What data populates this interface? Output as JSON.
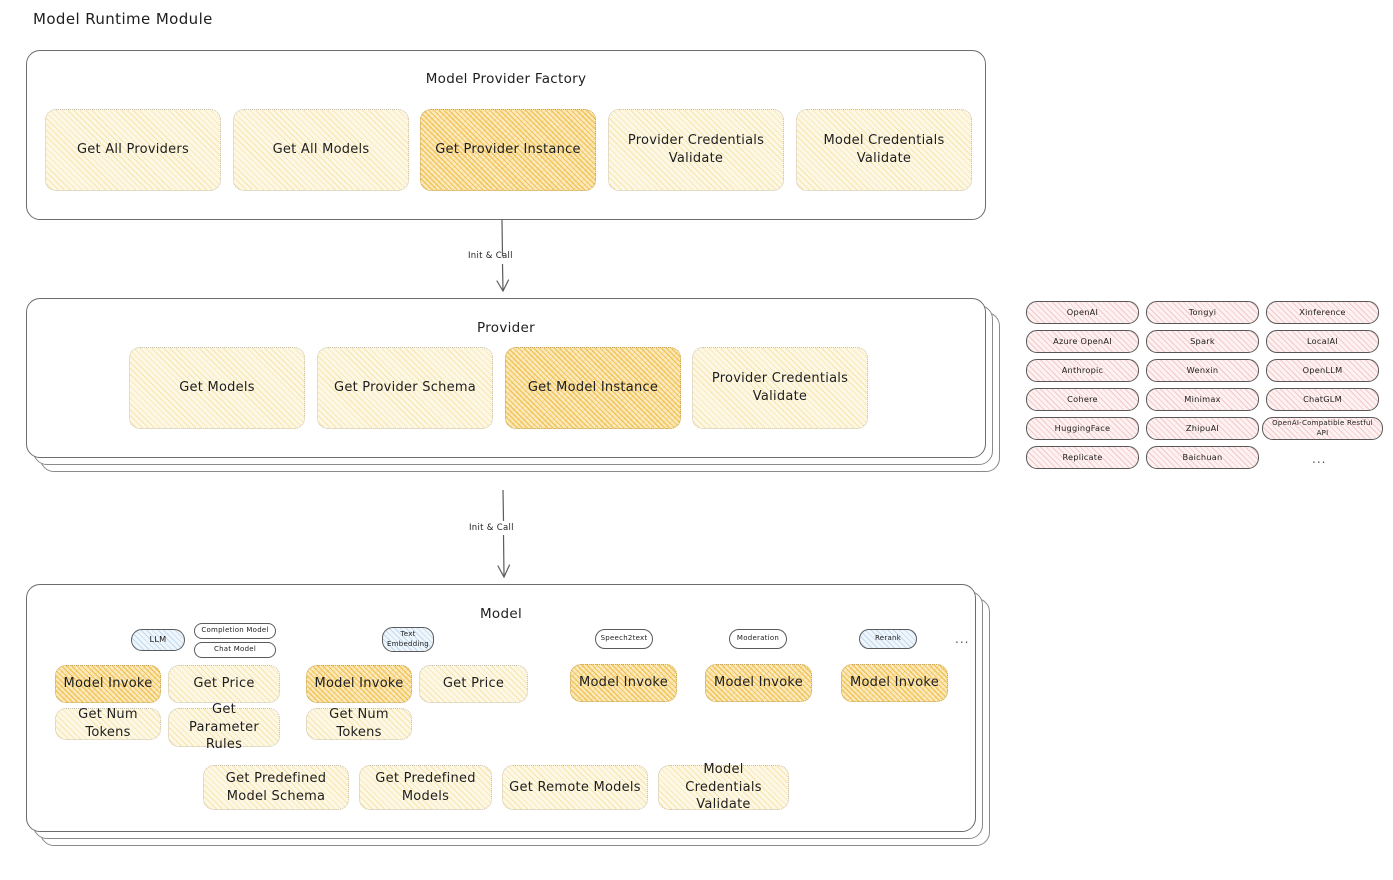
{
  "title": "Model Runtime Module",
  "arrows": [
    {
      "label": "Init & Call"
    },
    {
      "label": "Init & Call"
    }
  ],
  "factory": {
    "title": "Model Provider Factory",
    "nodes": [
      {
        "label": "Get All Providers",
        "highlight": false
      },
      {
        "label": "Get All Models",
        "highlight": false
      },
      {
        "label": "Get Provider Instance",
        "highlight": true
      },
      {
        "label": "Provider Credentials Validate",
        "highlight": false
      },
      {
        "label": "Model Credentials Validate",
        "highlight": false
      }
    ]
  },
  "provider": {
    "title": "Provider",
    "nodes": [
      {
        "label": "Get Models",
        "highlight": false
      },
      {
        "label": "Get Provider Schema",
        "highlight": false
      },
      {
        "label": "Get Model Instance",
        "highlight": true
      },
      {
        "label": "Provider Credentials Validate",
        "highlight": false
      }
    ]
  },
  "provider_list": {
    "columns": [
      [
        "OpenAI",
        "Azure OpenAI",
        "Anthropic",
        "Cohere",
        "HuggingFace",
        "Replicate"
      ],
      [
        "Tongyi",
        "Spark",
        "Wenxin",
        "Minimax",
        "ZhipuAI",
        "Baichuan"
      ],
      [
        "Xinference",
        "LocalAI",
        "OpenLLM",
        "ChatGLM",
        "OpenAI-Compatible Restful API"
      ]
    ],
    "more": "..."
  },
  "model": {
    "title": "Model",
    "more": "...",
    "types": [
      {
        "badge": "LLM",
        "badge_style": "blue",
        "sub_badges": [
          "Completion Model",
          "Chat Model"
        ],
        "ops": [
          {
            "label": "Model Invoke",
            "highlight": true
          },
          {
            "label": "Get Price",
            "highlight": false
          },
          {
            "label": "Get Num Tokens",
            "highlight": false
          },
          {
            "label": "Get Parameter Rules",
            "highlight": false
          }
        ]
      },
      {
        "badge": "Text Embedding",
        "badge_style": "blue",
        "sub_badges": [],
        "ops": [
          {
            "label": "Model Invoke",
            "highlight": true
          },
          {
            "label": "Get Price",
            "highlight": false
          },
          {
            "label": "Get Num Tokens",
            "highlight": false
          }
        ]
      },
      {
        "badge": "Speech2text",
        "badge_style": "white",
        "sub_badges": [],
        "ops": [
          {
            "label": "Model Invoke",
            "highlight": true
          }
        ]
      },
      {
        "badge": "Moderation",
        "badge_style": "white",
        "sub_badges": [],
        "ops": [
          {
            "label": "Model Invoke",
            "highlight": true
          }
        ]
      },
      {
        "badge": "Rerank",
        "badge_style": "blue",
        "sub_badges": [],
        "ops": [
          {
            "label": "Model Invoke",
            "highlight": true
          }
        ]
      }
    ],
    "common_ops": [
      {
        "label": "Get Predefined Model Schema"
      },
      {
        "label": "Get Predefined Models"
      },
      {
        "label": "Get Remote Models"
      },
      {
        "label": "Model Credentials Validate"
      }
    ]
  },
  "colors": {
    "cream": "#fdf8e6",
    "orange": "#fbeabf",
    "pink": "#fdf1f1",
    "blue": "#eef5fb",
    "stroke": "#1e1e1e"
  }
}
